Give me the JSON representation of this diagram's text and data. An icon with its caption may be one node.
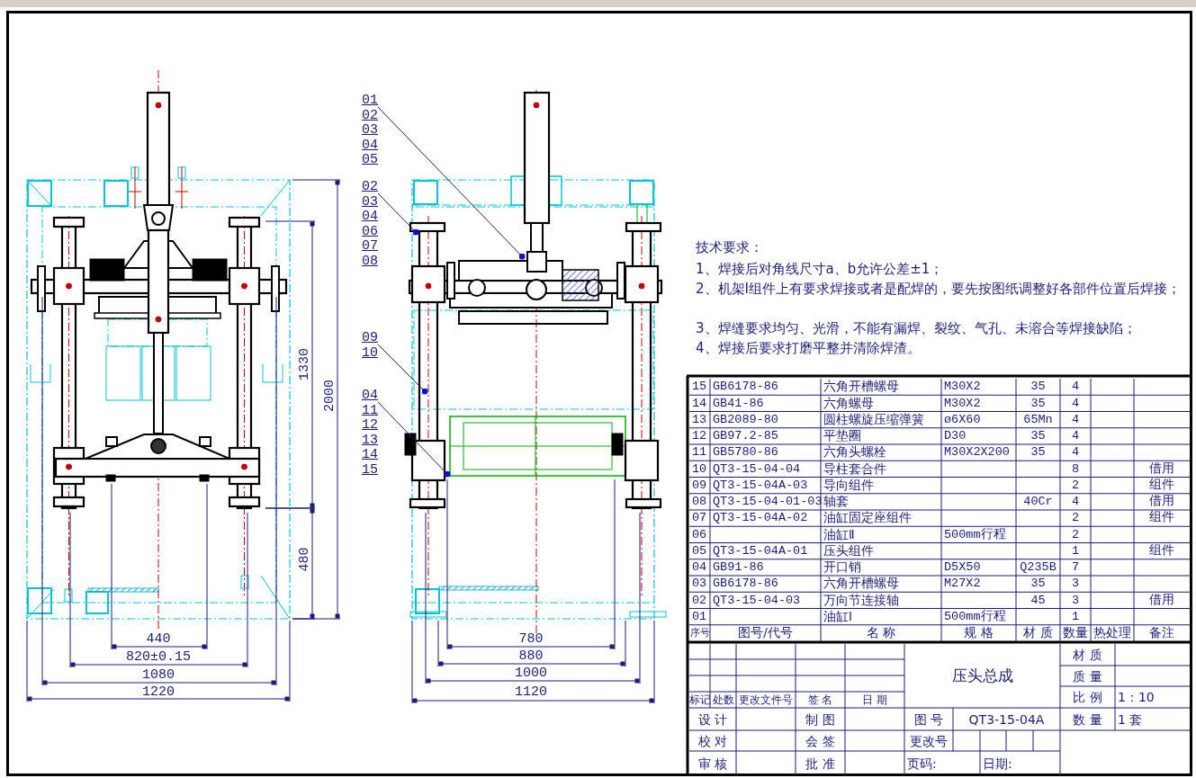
{
  "diagram": {
    "nodes": [
      {
        "text": [
          "01",
          "02",
          "03",
          "04",
          "05"
        ]
      },
      {
        "text": [
          "02",
          "03",
          "04",
          "06",
          "07",
          "08"
        ]
      },
      {
        "text": [
          "09",
          "10"
        ]
      },
      {
        "text": [
          "04",
          "11",
          "12",
          "13",
          "14",
          "15"
        ]
      }
    ],
    "edges": [
      {
        "from": 0,
        "to": null,
        "arrow": "other"
      },
      {
        "from": 1,
        "to": null,
        "arrow": "other"
      },
      {
        "from": 2,
        "to": null,
        "arrow": "other"
      },
      {
        "from": 3,
        "to": null,
        "arrow": "other"
      }
    ],
    "labels": [
      "1330",
      "2000",
      "480",
      "440",
      "820±0.15",
      "1080",
      "1220",
      "780",
      "880",
      "1000",
      "1120",
      "技术要求：",
      "1、焊接后对角线尺寸a、b允许公差±1；",
      "2、机架Ⅰ组件上有要求焊接或者是配焊的，要先按图纸调整好各部件位置后焊接；",
      "3、焊缝要求均匀、光滑，不能有漏焊、裂纹、气孔、未溶合等焊接缺陷；",
      "4、焊接后要求打磨平整并清除焊渣。",
      "15",
      "GB6178-86",
      "六角开槽螺母",
      "M30X2",
      "35",
      "4",
      "14",
      "GB41-86",
      "六角螺母",
      "M30X2",
      "35",
      "4",
      "13",
      "GB2089-80",
      "圆柱螺旋压缩弹簧",
      "ø6X60",
      "65Mn",
      "4",
      "12",
      "GB97.2-85",
      "平垫圈",
      "D30",
      "35",
      "4",
      "11",
      "GB5780-86",
      "六角头螺栓",
      "M30X2X200",
      "35",
      "4",
      "10",
      "QT3-15-04-04",
      "导柱套合件",
      "8",
      "借用",
      "09",
      "QT3-15-04A-03",
      "导向组件",
      "2",
      "组件",
      "08",
      "QT3-15-04-01-03",
      "轴套",
      "40Cr",
      "4",
      "借用",
      "07",
      "QT3-15-04A-02",
      "油缸固定座组件",
      "2",
      "组件",
      "06",
      "油缸Ⅱ",
      "500mm行程",
      "2",
      "05",
      "QT3-15-04A-01",
      "压头组件",
      "1",
      "组件",
      "04",
      "GB91-86",
      "开口销",
      "D5X50",
      "Q235B",
      "7",
      "03",
      "GB6178-86",
      "六角开槽螺母",
      "M27X2",
      "35",
      "3",
      "02",
      "QT3-15-04-03",
      "万向节连接轴",
      "45",
      "3",
      "借用",
      "01",
      "油缸Ⅰ",
      "500mm行程",
      "1",
      "序号",
      "图号/代号",
      "名 称",
      "规 格",
      "材 质",
      "数量",
      "热处理",
      "备注",
      "压头总成",
      "材 质",
      "质 量",
      "标记",
      "处数",
      "更改文件号",
      "签 名",
      "日 期",
      "比 例",
      "1：10",
      "设 计",
      "制 图",
      "图 号",
      "QT3-15-04A",
      "数 量",
      "1 套",
      "校 对",
      "会 签",
      "更改号",
      "审 核",
      "批 准",
      "页码:",
      "日期:"
    ]
  }
}
